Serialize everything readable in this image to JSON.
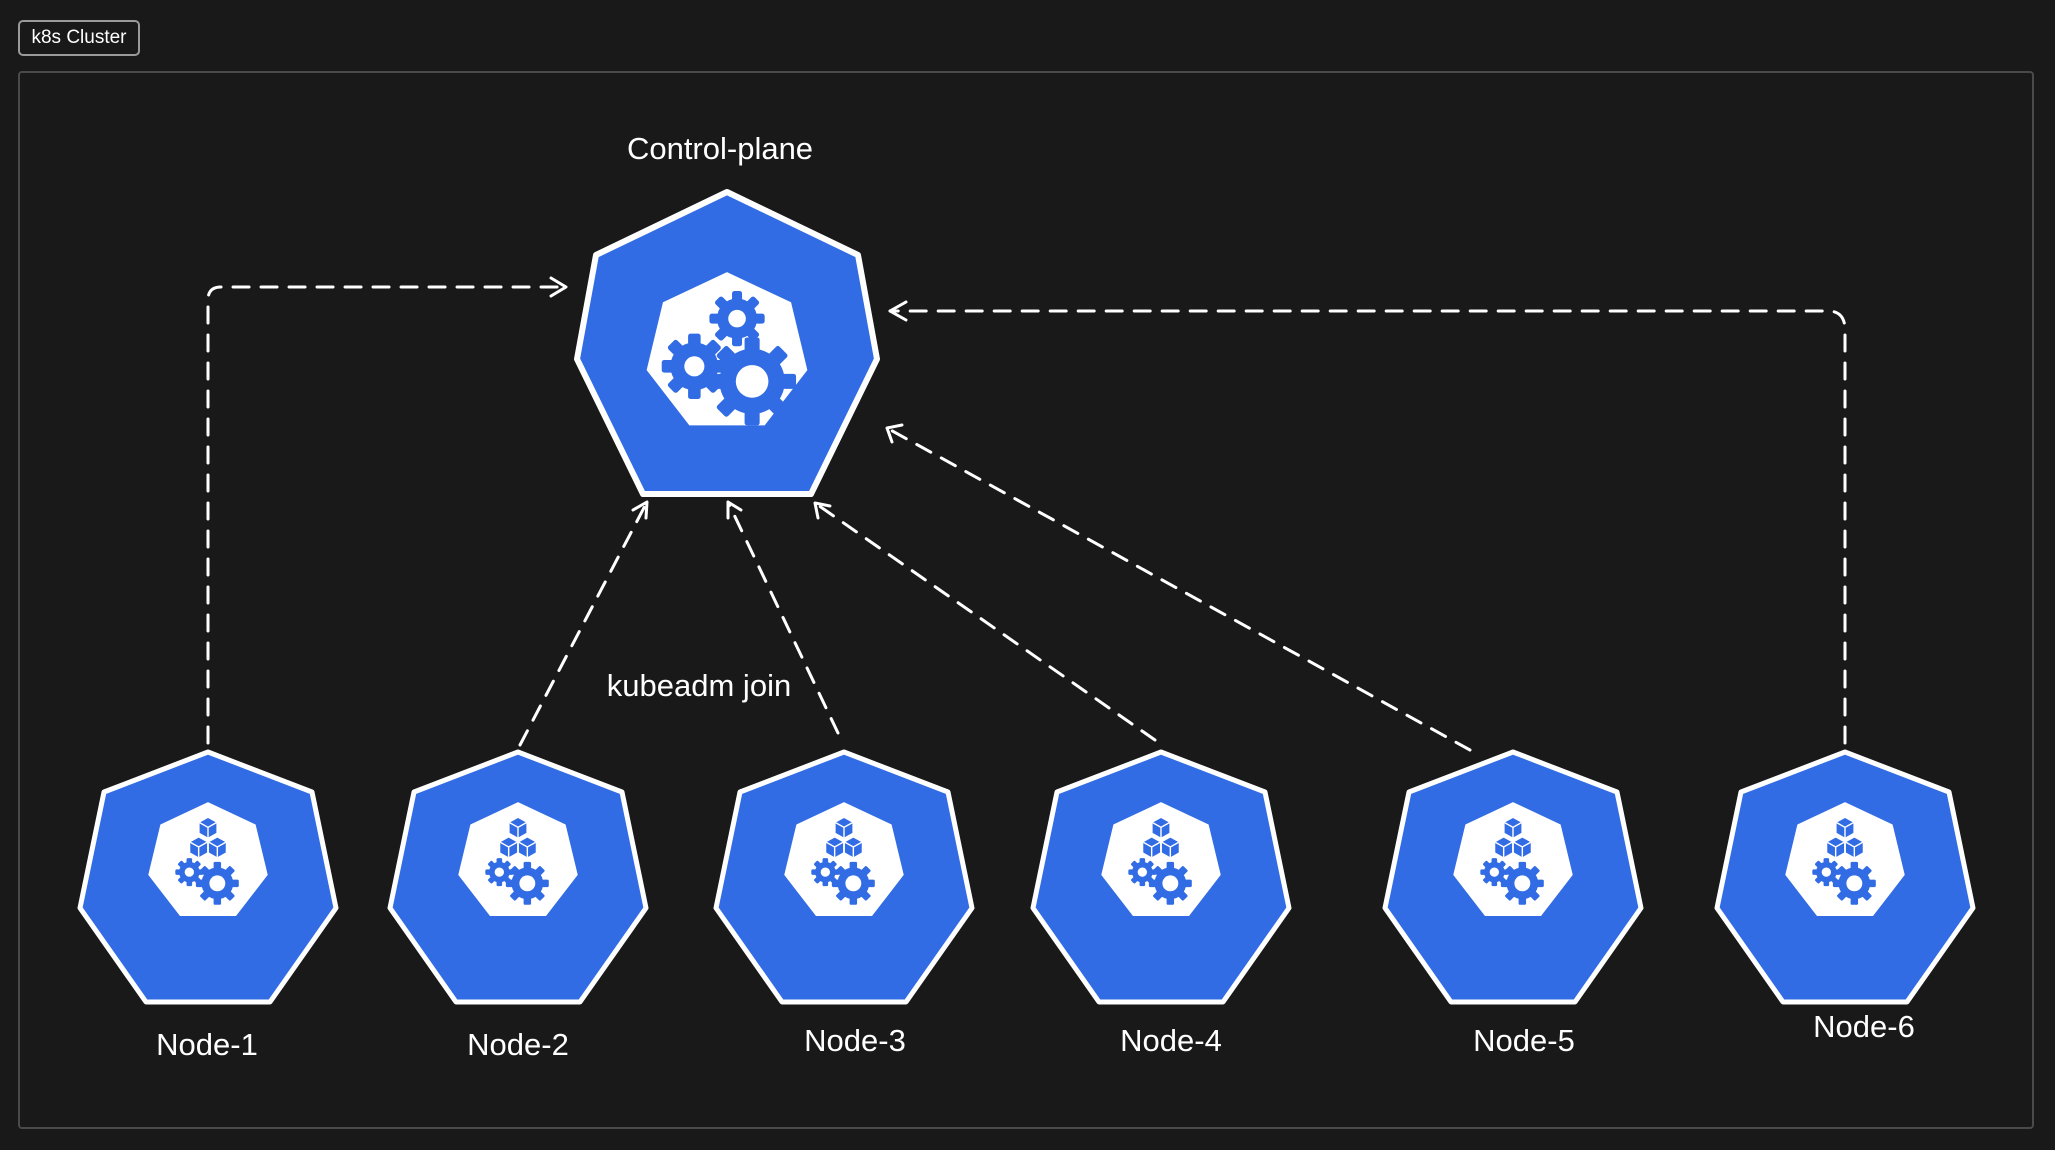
{
  "cluster": {
    "label": "k8s Cluster"
  },
  "control_plane": {
    "label": "Control-plane",
    "icon": "control-plane-gears-icon"
  },
  "join": {
    "label": "kubeadm join"
  },
  "nodes": [
    {
      "label": "Node-1"
    },
    {
      "label": "Node-2"
    },
    {
      "label": "Node-3"
    },
    {
      "label": "Node-4"
    },
    {
      "label": "Node-5"
    },
    {
      "label": "Node-6"
    }
  ],
  "colors": {
    "background": "#191919",
    "hex_fill": "#326ce5",
    "hex_stroke": "#ffffff",
    "arrow": "#ffffff"
  }
}
